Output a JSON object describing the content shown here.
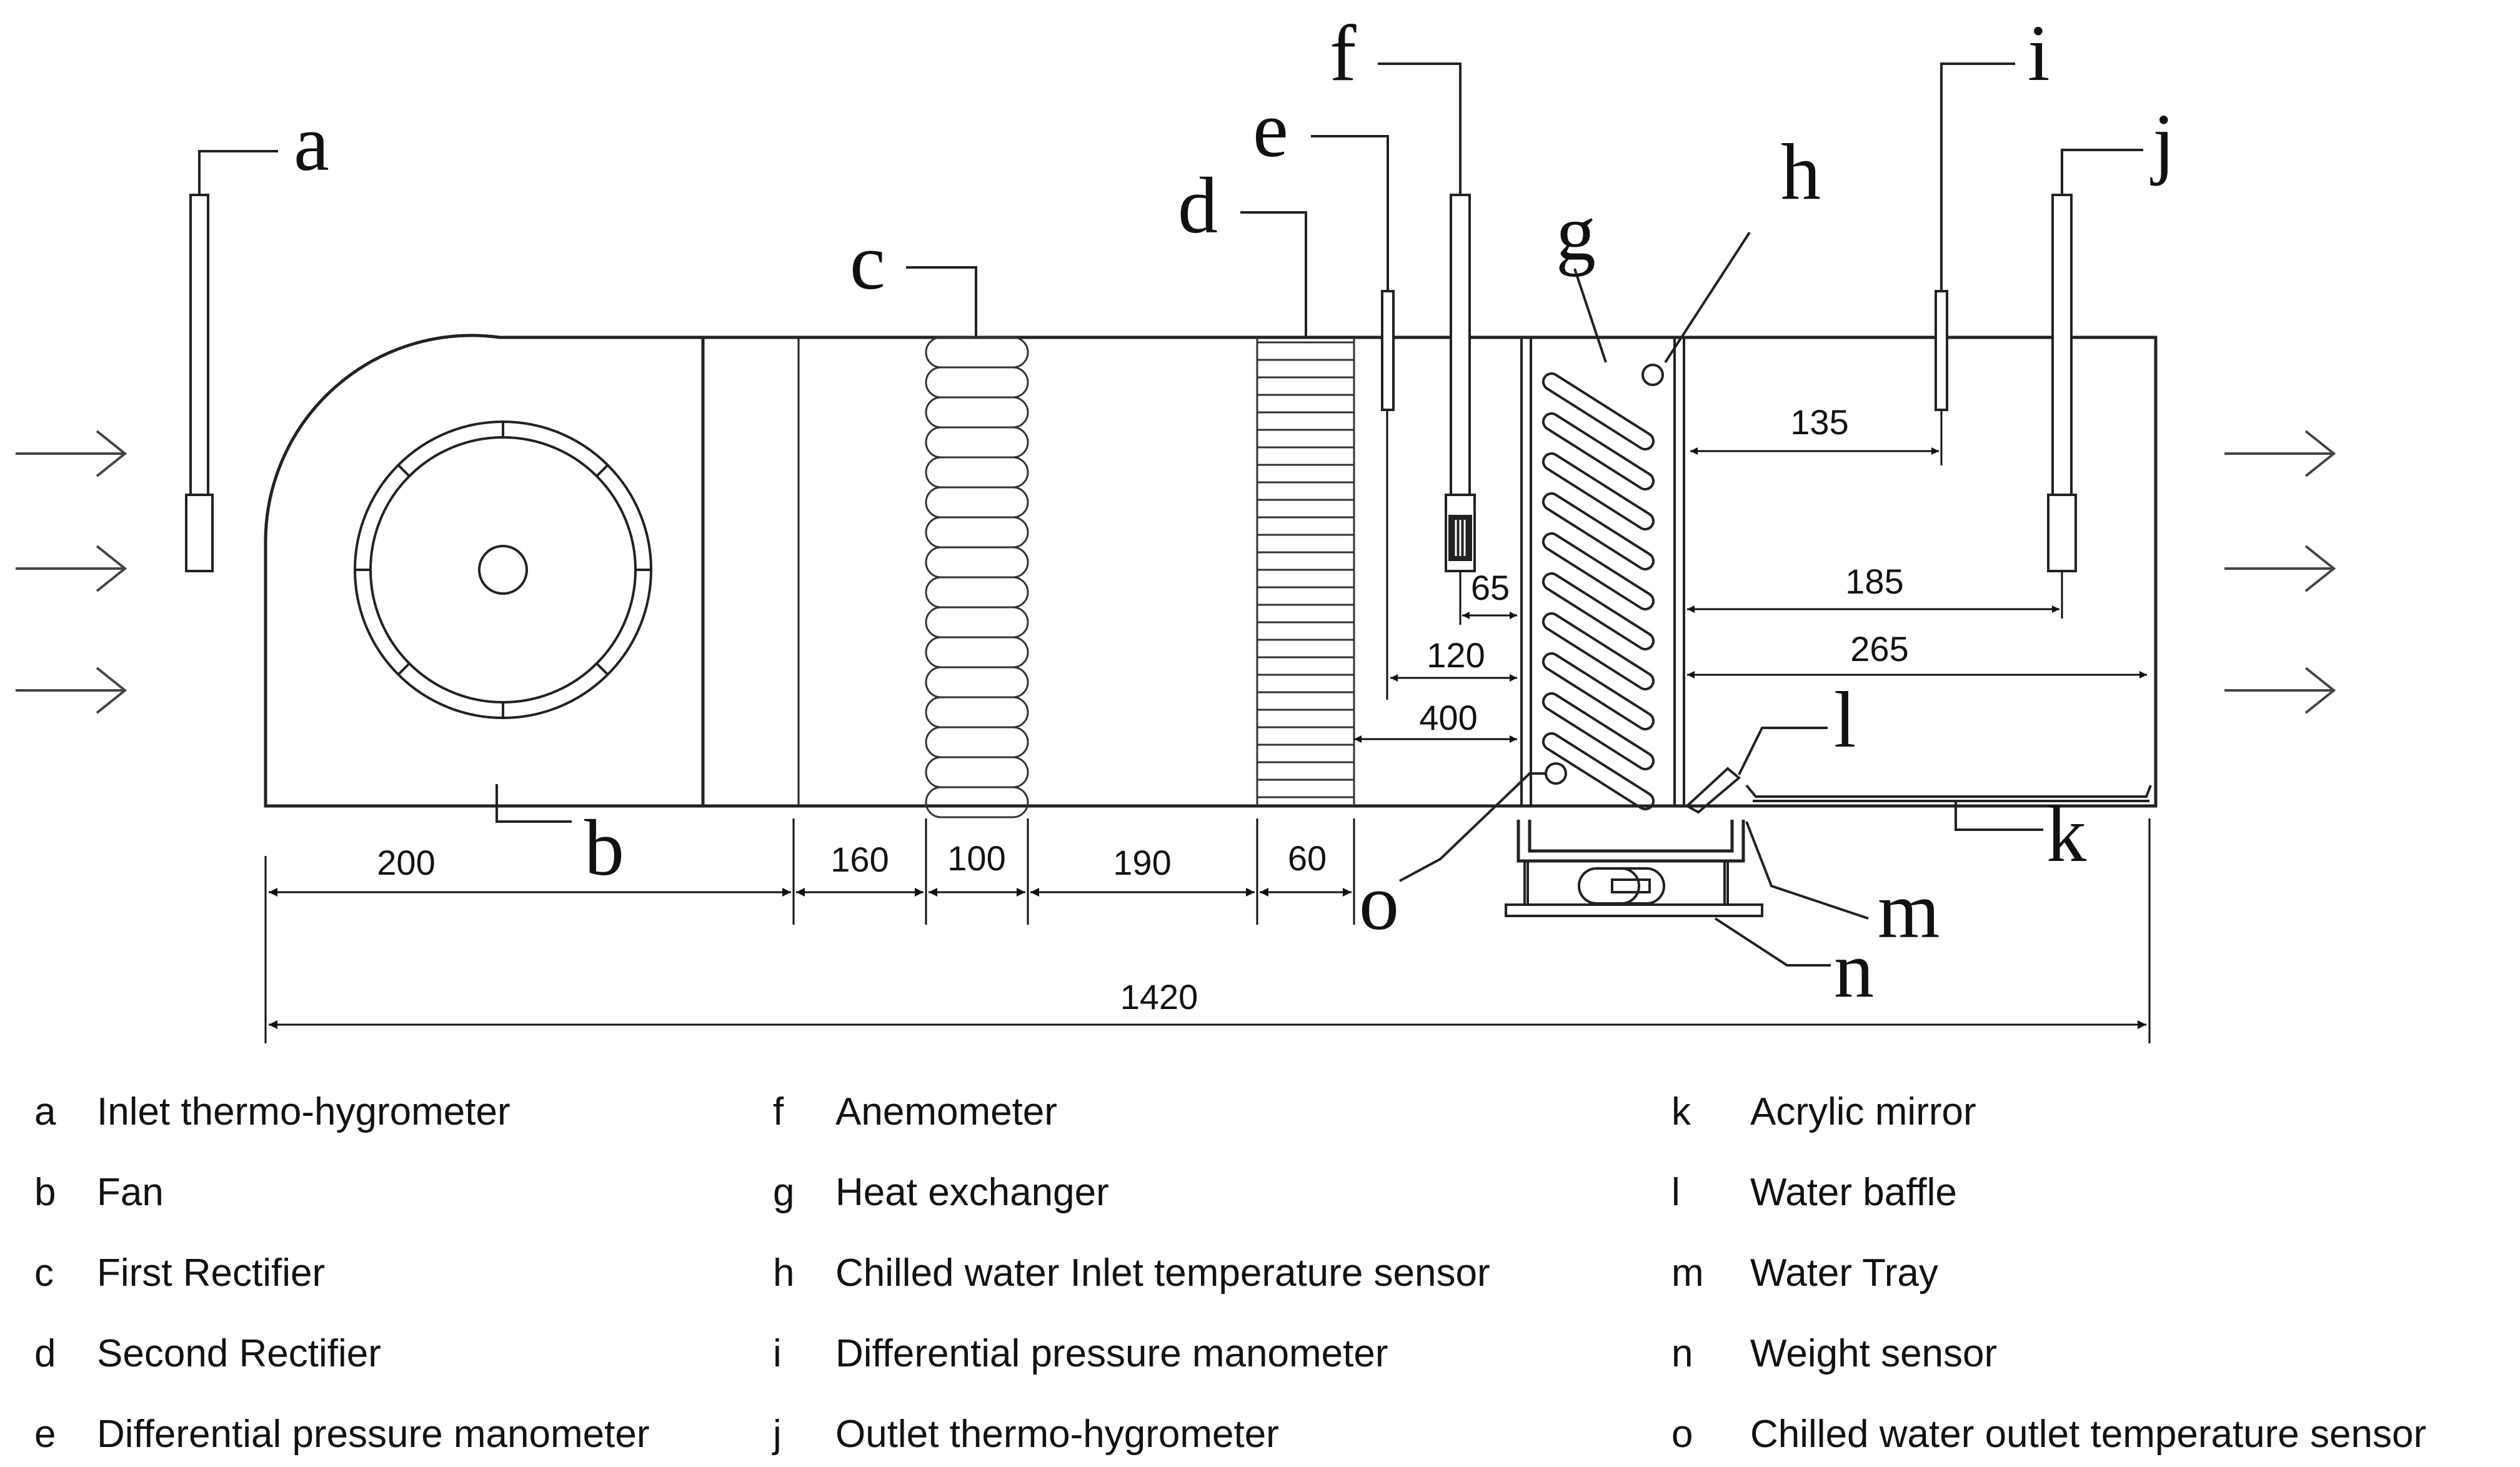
{
  "labels": {
    "a": "a",
    "b": "b",
    "c": "c",
    "d": "d",
    "e": "e",
    "f": "f",
    "g": "g",
    "h": "h",
    "i": "i",
    "j": "j",
    "k": "k",
    "l": "l",
    "m": "m",
    "n": "n",
    "o": "o"
  },
  "dimensions": {
    "d200": "200",
    "d160": "160",
    "d100": "100",
    "d190": "190",
    "d60": "60",
    "d1420": "1420",
    "d65": "65",
    "d120": "120",
    "d400": "400",
    "d135": "135",
    "d185": "185",
    "d265": "265"
  },
  "legend": [
    [
      {
        "key": "a",
        "text": "Inlet thermo-hygrometer"
      },
      {
        "key": "b",
        "text": "Fan"
      },
      {
        "key": "c",
        "text": "First Rectifier"
      },
      {
        "key": "d",
        "text": "Second Rectifier"
      },
      {
        "key": "e",
        "text": "Differential pressure manometer"
      }
    ],
    [
      {
        "key": "f",
        "text": "Anemometer"
      },
      {
        "key": "g",
        "text": "Heat exchanger"
      },
      {
        "key": "h",
        "text": "Chilled water Inlet temperature sensor"
      },
      {
        "key": "i",
        "text": "Differential pressure manometer"
      },
      {
        "key": "j",
        "text": "Outlet thermo-hygrometer"
      }
    ],
    [
      {
        "key": "k",
        "text": "Acrylic mirror"
      },
      {
        "key": "l",
        "text": "Water baffle"
      },
      {
        "key": "m",
        "text": "Water Tray"
      },
      {
        "key": "n",
        "text": "Weight sensor"
      },
      {
        "key": "o",
        "text": "Chilled water outlet temperature sensor"
      }
    ]
  ]
}
